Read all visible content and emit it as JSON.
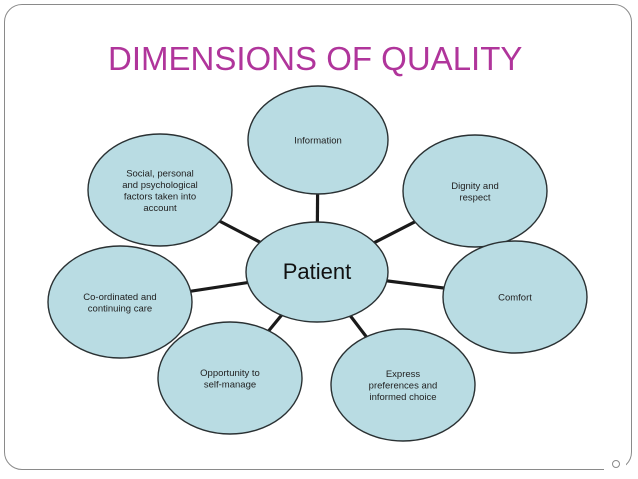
{
  "slide": {
    "title": "DIMENSIONS OF QUALITY",
    "colors": {
      "title": "#b0359b",
      "bubble_fill": "#b9dce3",
      "bubble_stroke": "#2a3133",
      "connector": "#1a1a1a",
      "frame": "#8a8a8a"
    }
  },
  "diagram": {
    "center": {
      "label": "Patient"
    },
    "nodes": [
      {
        "id": "information",
        "lines": [
          "Information"
        ]
      },
      {
        "id": "dignity-and-respect",
        "lines": [
          "Dignity and",
          "respect"
        ]
      },
      {
        "id": "comfort",
        "lines": [
          "Comfort"
        ]
      },
      {
        "id": "express-preferences",
        "lines": [
          "Express",
          "preferences and",
          "informed choice"
        ]
      },
      {
        "id": "opportunity-to-self-manage",
        "lines": [
          "Opportunity to",
          "self-manage"
        ]
      },
      {
        "id": "coordinated-care",
        "lines": [
          "Co-ordinated and",
          "continuing care"
        ]
      },
      {
        "id": "social-personal-factors",
        "lines": [
          "Social, personal",
          "and psychological",
          "factors taken into",
          "account"
        ]
      }
    ]
  }
}
